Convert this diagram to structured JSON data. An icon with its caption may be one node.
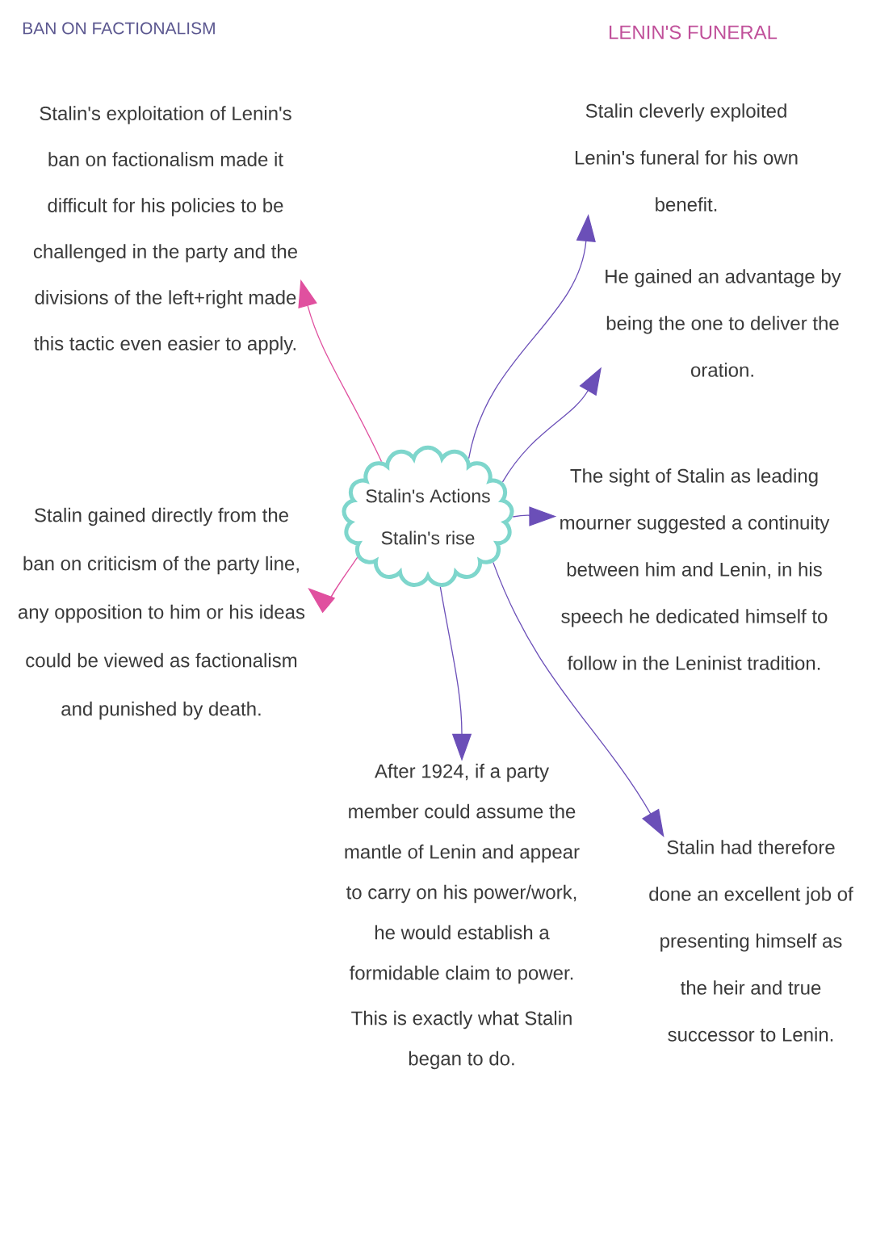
{
  "diagram": {
    "nodes": [
      {
        "text": [
          "Stalin's Actions",
          "Stalin's rise"
        ]
      },
      {
        "text": [
          "Stalin's exploitation of Lenin's ban on factionalism made it difficult for his policies to be challenged in the party and the divisions of the left+right made this tactic even easier to apply."
        ]
      },
      {
        "text": [
          "Stalin gained directly from the ban on criticism of the party line, any opposition to him or his ideas could be viewed as factionalism and punished by death."
        ]
      },
      {
        "text": [
          "Stalin cleverly exploited Lenin's funeral for his own benefit."
        ]
      },
      {
        "text": [
          "He gained an advantage by being the one to deliver the oration."
        ]
      },
      {
        "text": [
          "The sight of Stalin as leading mourner suggested a continuity between him and Lenin, in his speech he dedicated himself to follow in the Leninist tradition."
        ]
      },
      {
        "text": [
          "After 1924, if a party member could assume the mantle of Lenin and appear to carry on his power/work, he would establish a formidable claim to power.",
          "This is exactly what Stalin began to do."
        ]
      },
      {
        "text": [
          "Stalin had therefore done an excellent job of presenting himself as the heir and true successor to Lenin."
        ]
      }
    ],
    "edges": [
      {
        "from": 0,
        "to": 1,
        "arrow": "to",
        "color": "#e0509f"
      },
      {
        "from": 0,
        "to": 2,
        "arrow": "to",
        "color": "#e0509f"
      },
      {
        "from": 0,
        "to": 3,
        "arrow": "to"
      },
      {
        "from": 0,
        "to": 4,
        "arrow": "to"
      },
      {
        "from": 0,
        "to": 5,
        "arrow": "to"
      },
      {
        "from": 0,
        "to": 6,
        "arrow": "to"
      },
      {
        "from": 0,
        "to": 7,
        "arrow": "to"
      }
    ],
    "labels": [
      "BAN ON FACTIONALISM",
      "LENIN'S FUNERAL"
    ]
  }
}
